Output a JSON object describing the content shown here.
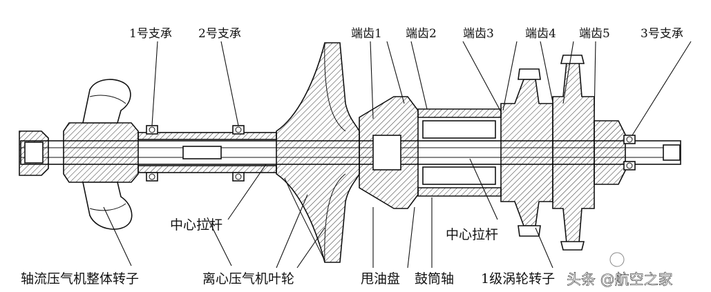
{
  "labels": {
    "bearing1": "1号支承",
    "bearing2": "2号支承",
    "tooth1": "端齿1",
    "tooth2": "端齿2",
    "tooth3": "端齿3",
    "tooth4": "端齿4",
    "tooth5": "端齿5",
    "bearing3": "3号支承",
    "tie_rod_left": "中心拉杆",
    "tie_rod_right": "中心拉杆",
    "axial_rotor": "轴流压气机整体转子",
    "centrifugal_impeller": "离心压气机叶轮",
    "oil_slinger": "甩油盘",
    "drum_shaft": "鼓筒轴",
    "turbine_rotor": "1级涡轮转子"
  },
  "watermark": {
    "text": "头条 @航空之家"
  }
}
